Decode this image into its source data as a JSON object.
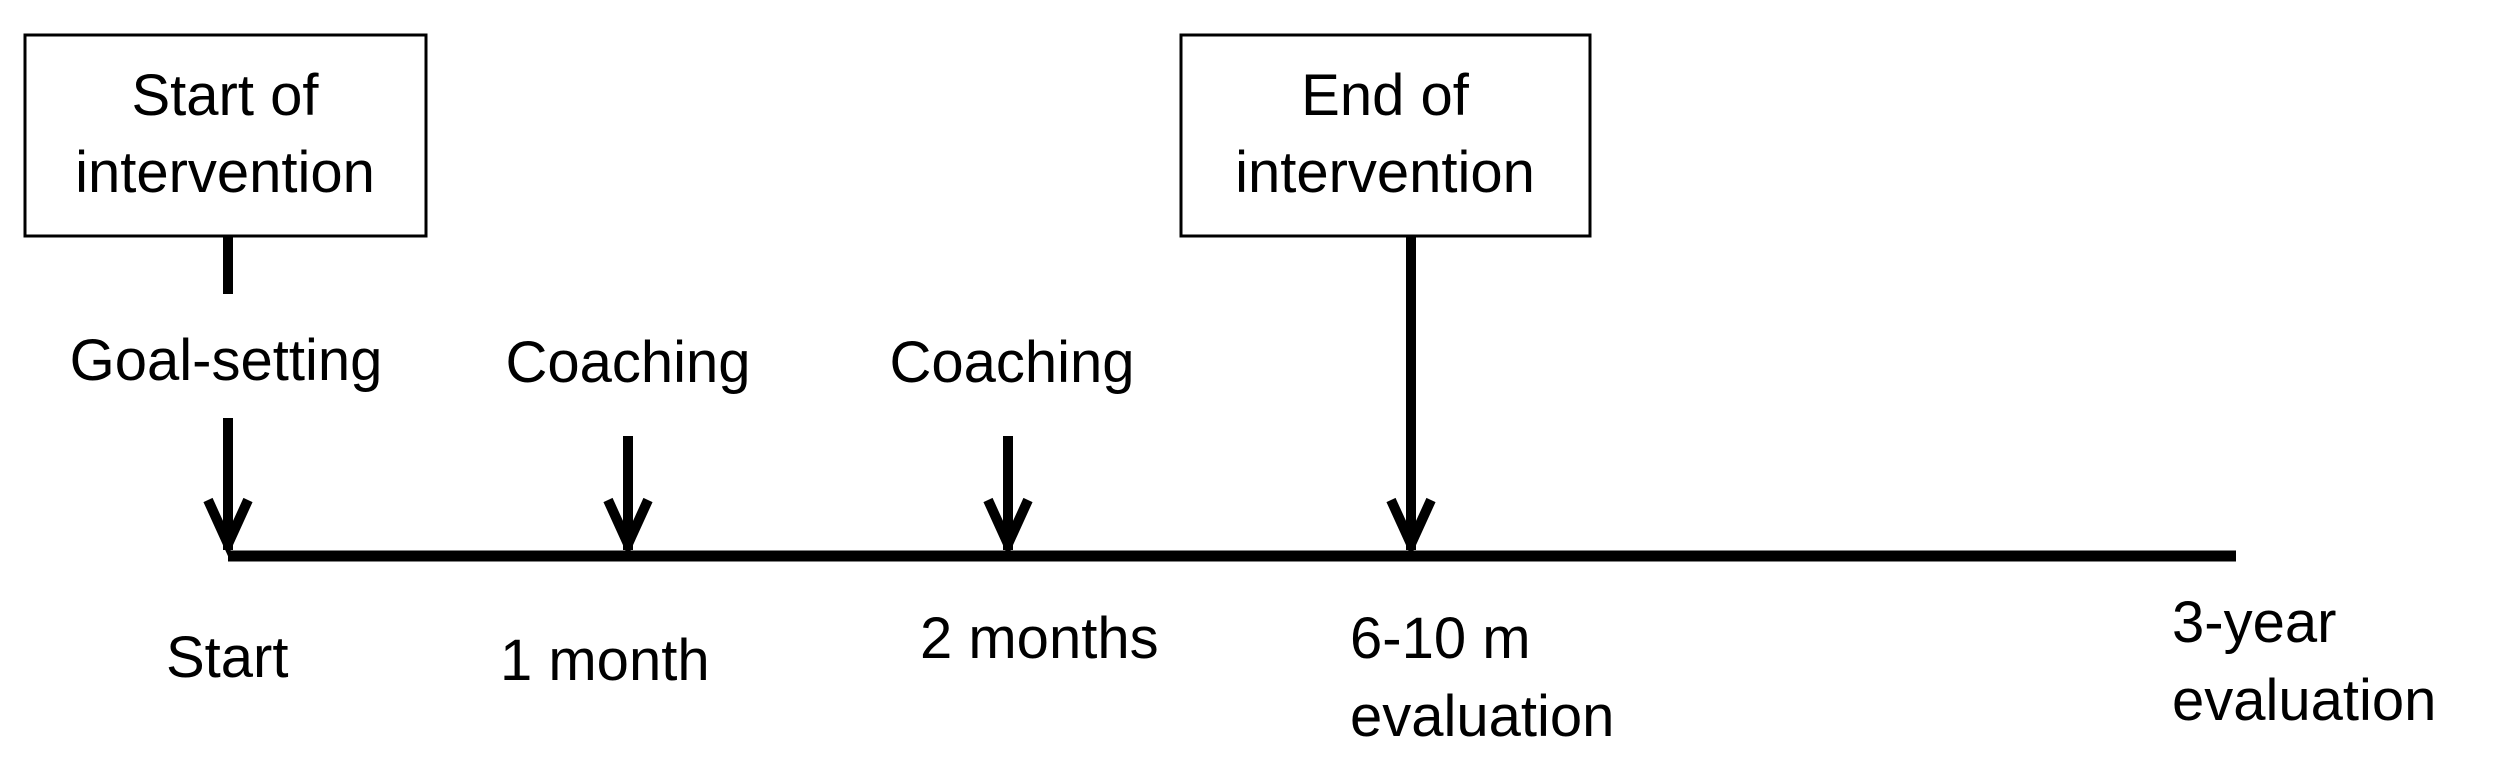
{
  "colors": {
    "ink": "#000000",
    "background": "#ffffff"
  },
  "boxes": {
    "start": {
      "line1": "Start of",
      "line2": "intervention"
    },
    "end": {
      "line1": "End of",
      "line2": "intervention"
    }
  },
  "events": {
    "goal_setting": "Goal-setting",
    "coaching_1": "Coaching",
    "coaching_2": "Coaching"
  },
  "timepoints": {
    "start": "Start",
    "one_month": "1 month",
    "two_months": "2 months",
    "six_ten_line1": "6-10 m",
    "six_ten_line2": "evaluation",
    "three_year_line1": "3-year",
    "three_year_line2": "evaluation"
  }
}
